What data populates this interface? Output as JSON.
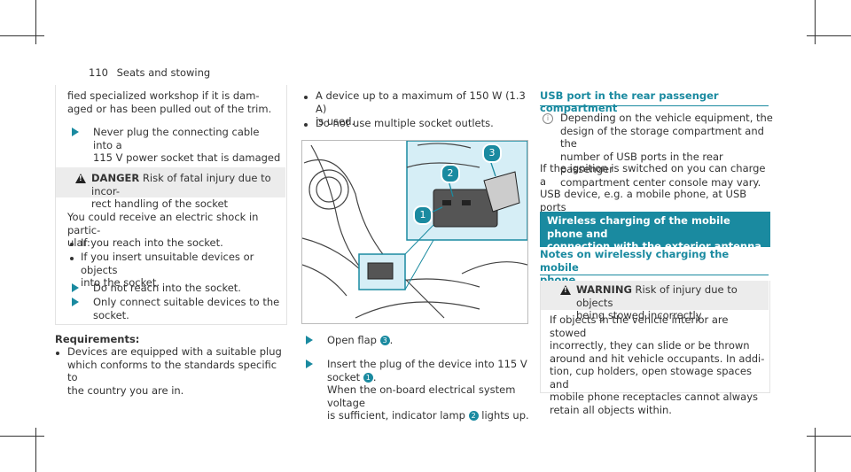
{
  "header": {
    "page_number": "110",
    "section": "Seats and stowing"
  },
  "left": {
    "continued_text": "fied specialized workshop if it is dam-\naged or has been pulled out of the trim.",
    "step_never": "Never plug the connecting cable into a\n115 V power socket that is damaged or\nhas been pulled out of the trim.",
    "danger_label": "DANGER",
    "danger_title": "Risk of fatal injury due to incor-\nrect handling of the socket",
    "danger_intro": "You could receive an electric shock in partic-\nular:",
    "danger_bullets": [
      "If you reach into the socket.",
      "If you insert unsuitable devices or objects\ninto the socket."
    ],
    "danger_steps": [
      "Do not reach into the socket.",
      "Only connect suitable devices to the\nsocket."
    ],
    "requirements_label": "Requirements:",
    "requirements_bullet": "Devices are equipped with a suitable plug\nwhich conforms to the standards specific to\nthe country you are in."
  },
  "middle": {
    "bullets": [
      "A device up to a maximum of 150 W (1.3 A)\nis used.",
      "Do not use multiple socket outlets."
    ],
    "callouts": [
      "1",
      "2",
      "3"
    ],
    "step_open_text": "Open flap",
    "step_open_ref": "3",
    "step_insert_a": "Insert the plug of the device into 115 V\nsocket",
    "step_insert_ref1": "1",
    "step_insert_b": "When the on-board electrical system voltage\nis sufficient, indicator lamp",
    "step_insert_ref2": "2",
    "step_insert_c": "lights up."
  },
  "right": {
    "usb_heading": "USB port in the rear passenger compartment",
    "usb_note": "Depending on the vehicle equipment, the\ndesign of the storage compartment and the\nnumber of USB ports in the rear passenger\ncompartment center console may vary.",
    "usb_text": "If the ignition is switched on you can charge a\nUSB device, e.g. a mobile phone, at USB ports\nusing a suitable charging cable.",
    "wireless_bar": "Wireless charging of the mobile phone and\nconnection with the exterior antenna",
    "notes_heading": "Notes on wirelessly charging the mobile\nphone",
    "warning_label": "WARNING",
    "warning_title": "Risk of injury due to objects\nbeing stowed incorrectly",
    "warning_text": "If objects in the vehicle interior are stowed\nincorrectly, they can slide or be thrown\naround and hit vehicle occupants. In addi-\ntion, cup holders, open stowage spaces and\nmobile phone receptacles cannot always\nretain all objects within."
  },
  "colors": {
    "accent": "#1a8aa0",
    "box_header": "#ececec"
  }
}
